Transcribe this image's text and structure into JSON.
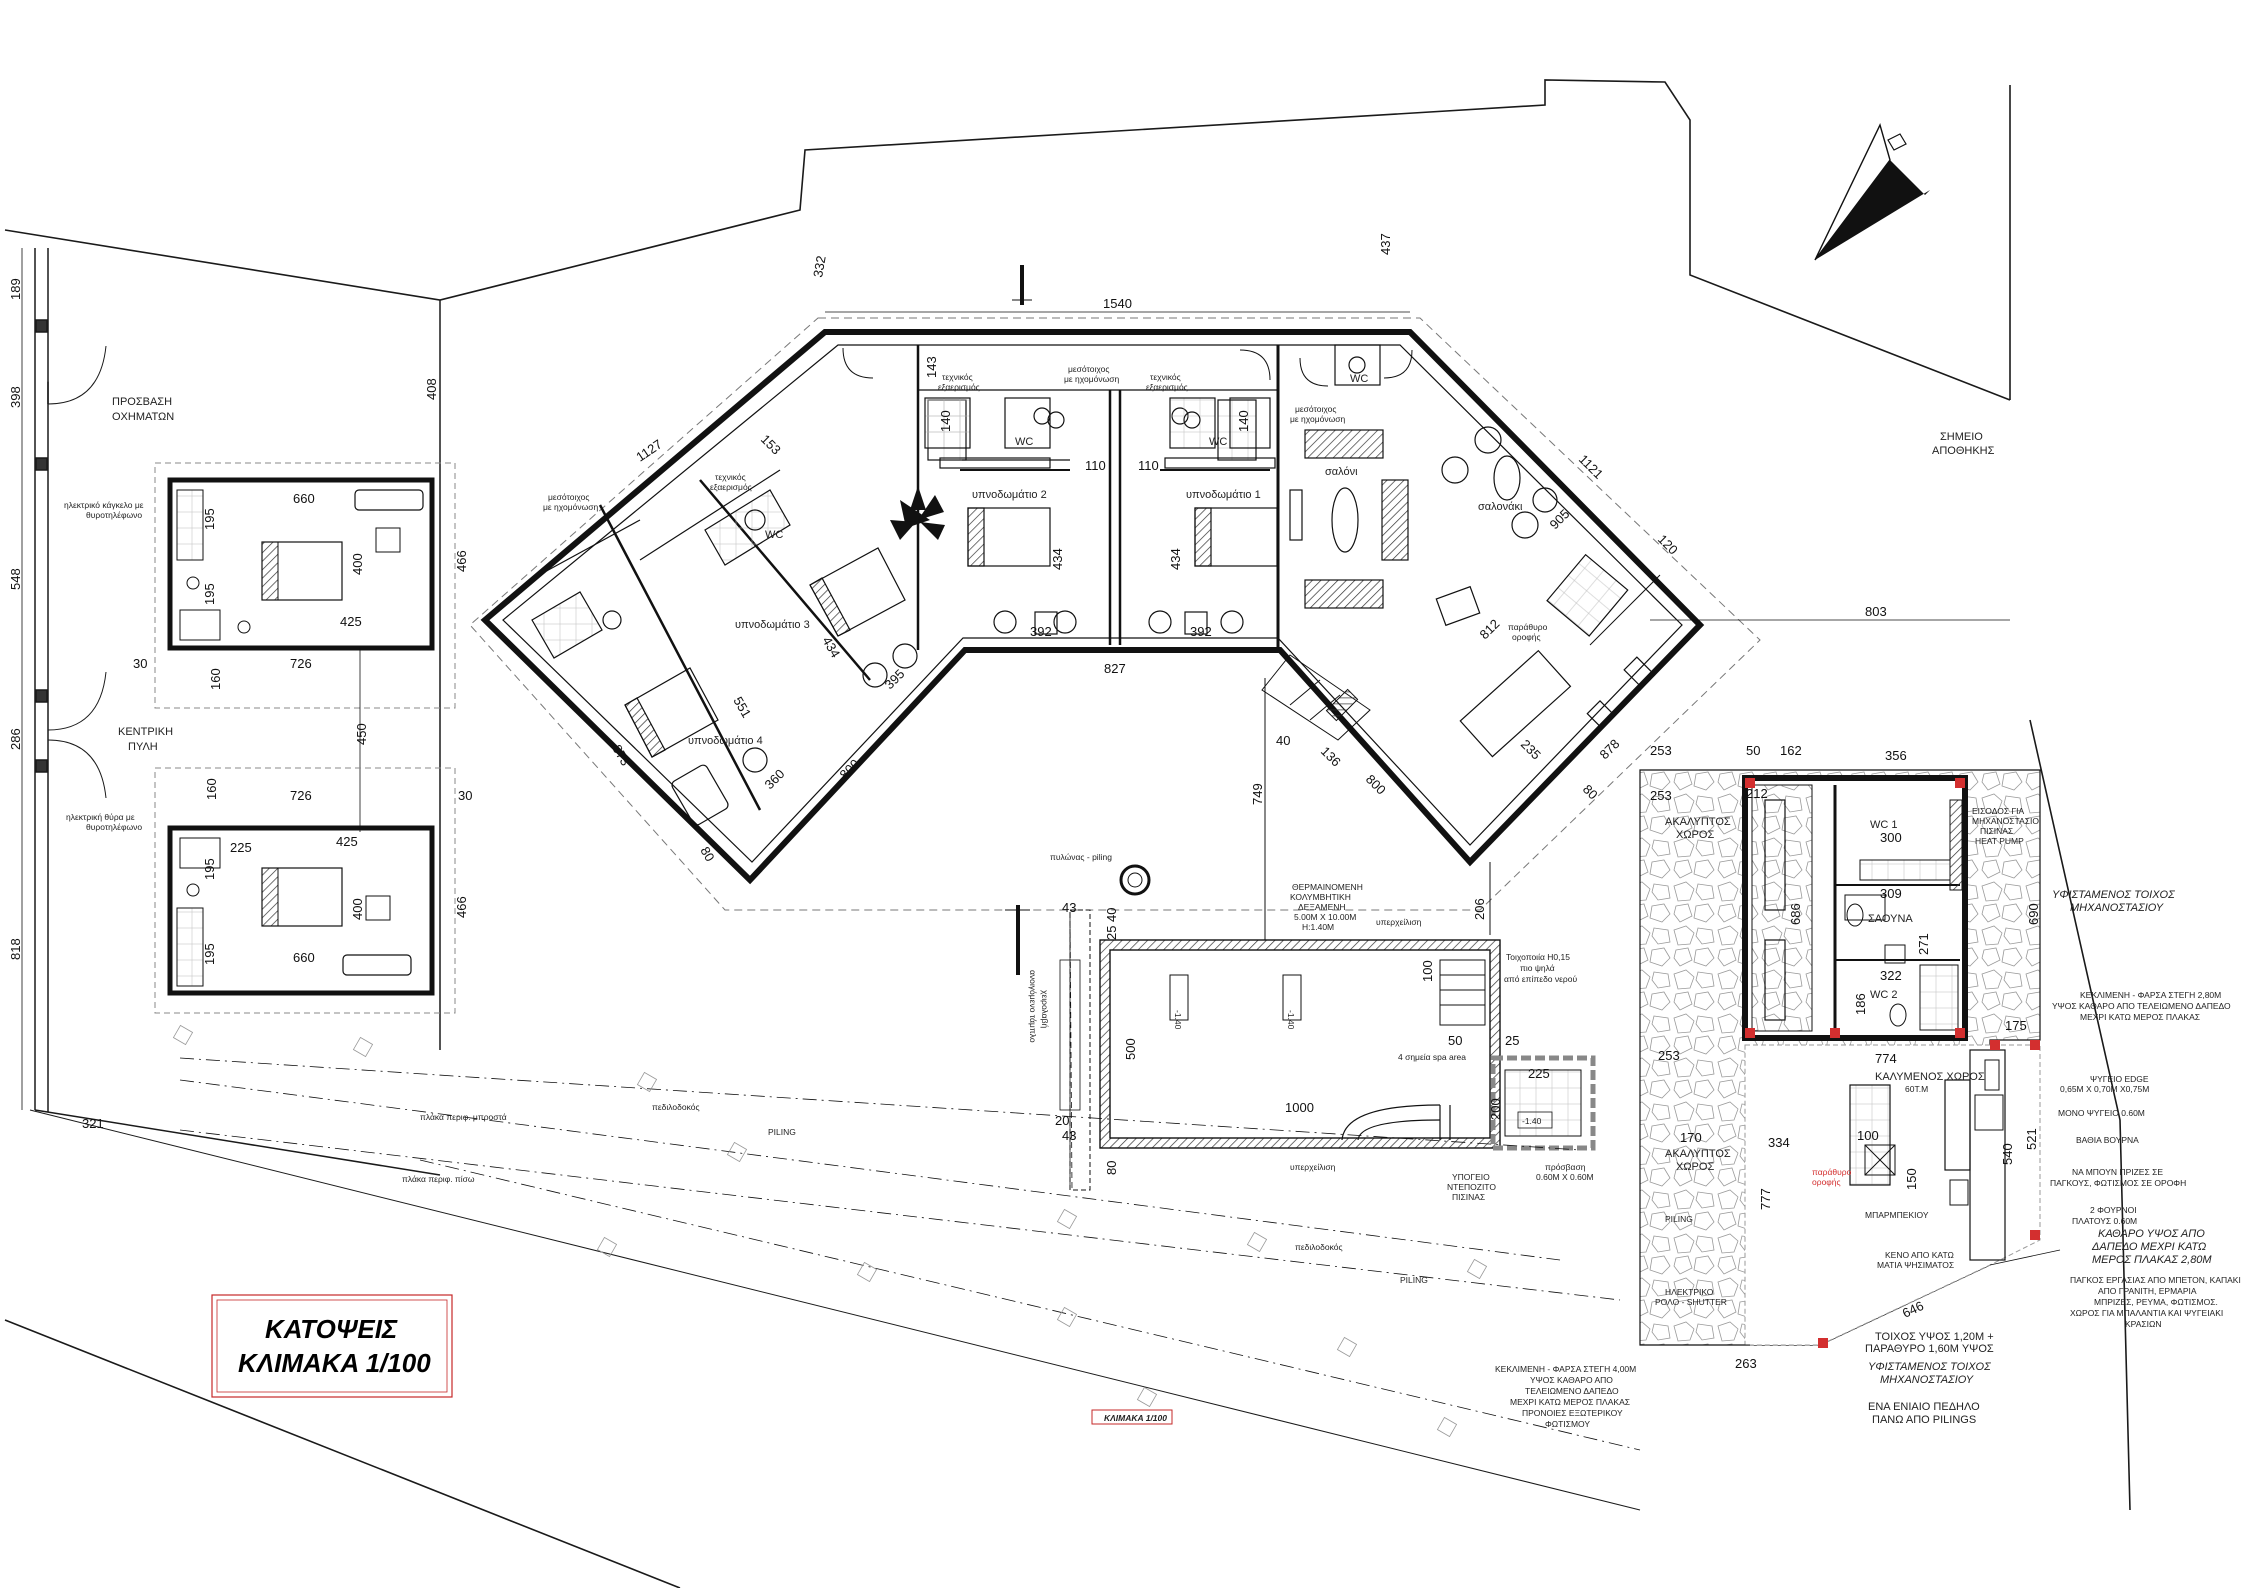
{
  "title": {
    "line1": "ΚΑΤΟΨΕΙΣ",
    "line2": "ΚΛΙΜΑΚΑ 1/100"
  },
  "scale_stamp": "ΚΛΙΜΑΚΑ 1/100",
  "labels": {
    "vehicle_access_1": "ΠΡΟΣΒΑΣΗ",
    "vehicle_access_2": "ΟΧΗΜΑΤΩΝ",
    "main_gate_1": "ΚΕΝΤΡΙΚΗ",
    "main_gate_2": "ΠΥΛΗ",
    "gate_electric_1": "ηλεκτρικό κάγκελο με",
    "gate_electric_2": "θυροτηλέφωνο",
    "door_electric_1": "ηλεκτρική θύρα με",
    "door_electric_2": "θυροτηλέφωνο",
    "storage_1": "ΣΗΜΕΙΟ",
    "storage_2": "ΑΠΟΘΗΚΗΣ",
    "bedroom1": "υπνοδωμάτιο 1",
    "bedroom2": "υπνοδωμάτιο 2",
    "bedroom3": "υπνοδωμάτιο 3",
    "bedroom4": "υπνοδωμάτιο 4",
    "wc": "WC",
    "tech_a": "τεχνικός",
    "tech_b": "εξαερισμός",
    "partition_a": "μεσότοιχος",
    "partition_b": "με ηχομόνωση",
    "living": "σαλόνι",
    "lounge": "σαλονάκι",
    "roof_window_1": "παράθυρο",
    "roof_window_2": "οροφής",
    "pillar": "πυλώνας - piling",
    "pool_1": "ΘΕΡΜΑΙΝΟΜΕΝΗ",
    "pool_2": "ΚΟΛΥΜΒΗΤΙΚΗ",
    "pool_3": "ΔΕΞΑΜΕΝΗ",
    "pool_4": "5.00Μ Χ 10.00Μ",
    "pool_5": "Η:1.40Μ",
    "overflow": "υπερχείλιση",
    "spa": "4 σημεία spa area",
    "pool_depth": "-1.40",
    "pool_depth_small": "-1.40",
    "wall_1": "Τοιχοποιία Η0,15",
    "wall_2": "πιο ψηλά",
    "wall_3": "από επίπεδο νερού",
    "pool_basement_1": "ΥΠΟΓΕΙΟ",
    "pool_basement_2": "ΝΤΕΠΟΖΙΤΟ",
    "pool_basement_3": "ΠΙΣΙΝΑΣ",
    "access_1": "πρόσβαση",
    "access_2": "0.60Μ Χ 0.60Μ",
    "slab_front": "πλάκα περιφ. μπροστά",
    "slab_back": "πλάκα περιφ. πίσω",
    "ped": "πεδιλοδοκός",
    "piling": "PILING",
    "open_space_1": "ΑΚΑΛΥΠΤΟΣ",
    "open_space_2": "ΧΩΡΟΣ",
    "wc1": "WC 1",
    "wc2": "WC 2",
    "sauna": "ΣΑΟΥΝΑ",
    "heatpump_1": "ΕΙΣΟΔΟΣ ΓΙΑ",
    "heatpump_2": "ΜΗΧΑΝΟΣΤΑΣΙΟ",
    "heatpump_3": "ΠΙΣΙΝΑΣ",
    "heatpump_4": "HEAT PUMP",
    "existing_wall_1": "ΥΦΙΣΤΑΜΕΝΟΣ ΤΟΙΧΟΣ",
    "existing_wall_2": "ΜΗΧΑΝΟΣΤΑΣΙΟΥ",
    "sloped_1": "ΚΕΚΛΙΜΕΝΗ - ΦΑΡΣΑ ΣΤΕΓΗ 2,80Μ",
    "sloped_2": "ΥΨΟΣ ΚΑΘΑΡΟ ΑΠΟ ΤΕΛΕΙΩΜΕΝΟ ΔΑΠΕΔΟ",
    "sloped_3": "ΜΕΧΡΙ ΚΑΤΩ ΜΕΡΟΣ ΠΛΑΚΑΣ",
    "covered_1": "ΚΑΛΥΜΕΝΟΣ ΧΩΡΟΣ",
    "covered_2": "60Τ.Μ",
    "fridge_1": "ΨΥΓΕΙΟ EDGE",
    "fridge_2": "0,65Μ Χ 0,70Μ Χ0,75Μ",
    "fridge_only": "ΜΟΝΟ ΨΥΓΕΙΟ 0.60Μ",
    "sink": "ΒΑΘΙΑ ΒΟΥΡΝΑ",
    "sockets_1": "ΝΑ ΜΠΟΥΝ ΠΡΙΖΕΣ ΣΕ",
    "sockets_2": "ΠΑΓΚΟΥΣ, ΦΩΤΙΣΜΟΣ ΣΕ ΟΡΟΦΗ",
    "ovens_1": "2 ΦΟΥΡΝΟΙ",
    "ovens_2": "ΠΛΑΤΟΥΣ 0.60Μ",
    "clear_1": "ΚΑΘΑΡΟ ΥΨΟΣ ΑΠΟ",
    "clear_2": "ΔΑΠΕΔΟ ΜΕΧΡΙ ΚΑΤΩ",
    "clear_3": "ΜΕΡΟΣ ΠΛΑΚΑΣ 2,80Μ",
    "counter_1": "ΠΑΓΚΟΣ ΕΡΓΑΣΙΑΣ ΑΠΟ ΜΠΕΤΟΝ, ΚΑΠΑΚΙ",
    "counter_2": "ΑΠΟ ΓΡΑΝΙΤΗ, ΕΡΜΑΡΙΑ",
    "counter_3": "ΜΠΡΙΖΕΣ, ΡΕΥΜΑ, ΦΩΤΙΣΜΟΣ.",
    "counter_4": "ΧΩΡΟΣ ΓΙΑ ΜΠΑΛΑΝΤΙΑ ΚΑΙ ΨΥΓΕΙΑΚΙ",
    "counter_5": "ΚΡΑΣΙΩΝ",
    "bbq": "ΜΠΑΡΜΠΕΚΙΟΥ",
    "kitchen_void_1": "ΚΕΝΟ ΑΠΟ ΚΑΤΩ",
    "kitchen_void_2": "ΜΑΤΙΑ ΨΗΣΙΜΑΤΟΣ",
    "shutter_1": "ΗΛΕΚΤΡΙΚΟ",
    "shutter_2": "ΡΟΛΟ - SHUTTER",
    "wall_low_1": "ΤΟΙΧΟΣ ΥΨΟΣ 1,20Μ +",
    "wall_low_2": "ΠΑΡΑΘΥΡΟ 1,60Μ ΥΨΟΣ",
    "roof4_1": "ΚΕΚΛΙΜΕΝΗ - ΦΑΡΣΑ ΣΤΕΓΗ 4,00Μ",
    "roof4_2": "ΥΨΟΣ ΚΑΘΑΡΟ ΑΠΟ",
    "roof4_3": "ΤΕΛΕΙΩΜΕΝΟ ΔΑΠΕΔΟ",
    "roof4_4": "ΜΕΧΡΙ ΚΑΤΩ ΜΕΡΟΣ ΠΛΑΚΑΣ",
    "roof4_5": "ΠΡΟΝΟΙΕΣ ΕΞΩΤΕΡΙΚΟΥ",
    "roof4_6": "ΦΩΤΙΣΜΟΥ",
    "single_1": "ΕΝΑ ΕΝΙΑΙΟ ΠΕΔΗΛΟ",
    "single_2": "ΠΑΝΩ ΑΠΟ PILINGS",
    "rot_1": "ανοιγόμενο τάμπλο",
    "rot_2": "χειρολαβή"
  },
  "dims": {
    "d1540": "1540",
    "d332": "332",
    "d437": "437",
    "d189": "189",
    "d398": "398",
    "d408": "408",
    "d548": "548",
    "d286": "286",
    "d818": "818",
    "d321": "321",
    "d660": "660",
    "d195": "195",
    "d400": "400",
    "d425": "425",
    "d466": "466",
    "d726": "726",
    "d30": "30",
    "d160": "160",
    "d450": "450",
    "d225": "225",
    "d1127": "1127",
    "d153": "153",
    "d143": "143",
    "d140": "140",
    "d110": "110",
    "d434": "434",
    "d392": "392",
    "d827": "827",
    "d1121": "1121",
    "d905": "905",
    "d803": "803",
    "d812": "812",
    "d878": "878",
    "d235": "235",
    "d873": "873",
    "d551": "551",
    "d360": "360",
    "d800": "800",
    "d395": "395",
    "d749": "749",
    "d136": "136",
    "d40": "40",
    "d80": "80",
    "d206": "206",
    "d43": "43",
    "d25": "25",
    "d500": "500",
    "d1000": "1000",
    "d100": "100",
    "d50": "50",
    "d200": "200",
    "d20": "20",
    "d253": "253",
    "d162": "162",
    "d356": "356",
    "d212": "212",
    "d300": "300",
    "d309": "309",
    "d686": "686",
    "d271": "271",
    "d322": "322",
    "d186": "186",
    "d690": "690",
    "d175": "175",
    "d774": "774",
    "d170": "170",
    "d334": "334",
    "d777": "777",
    "d150": "150",
    "d540": "540",
    "d521": "521",
    "d646": "646",
    "d263": "263",
    "d120": "120"
  },
  "colors": {
    "line": "#1a1a1a",
    "red": "#d32f2f",
    "hatch": "#555555",
    "title_border": "#c62828"
  }
}
